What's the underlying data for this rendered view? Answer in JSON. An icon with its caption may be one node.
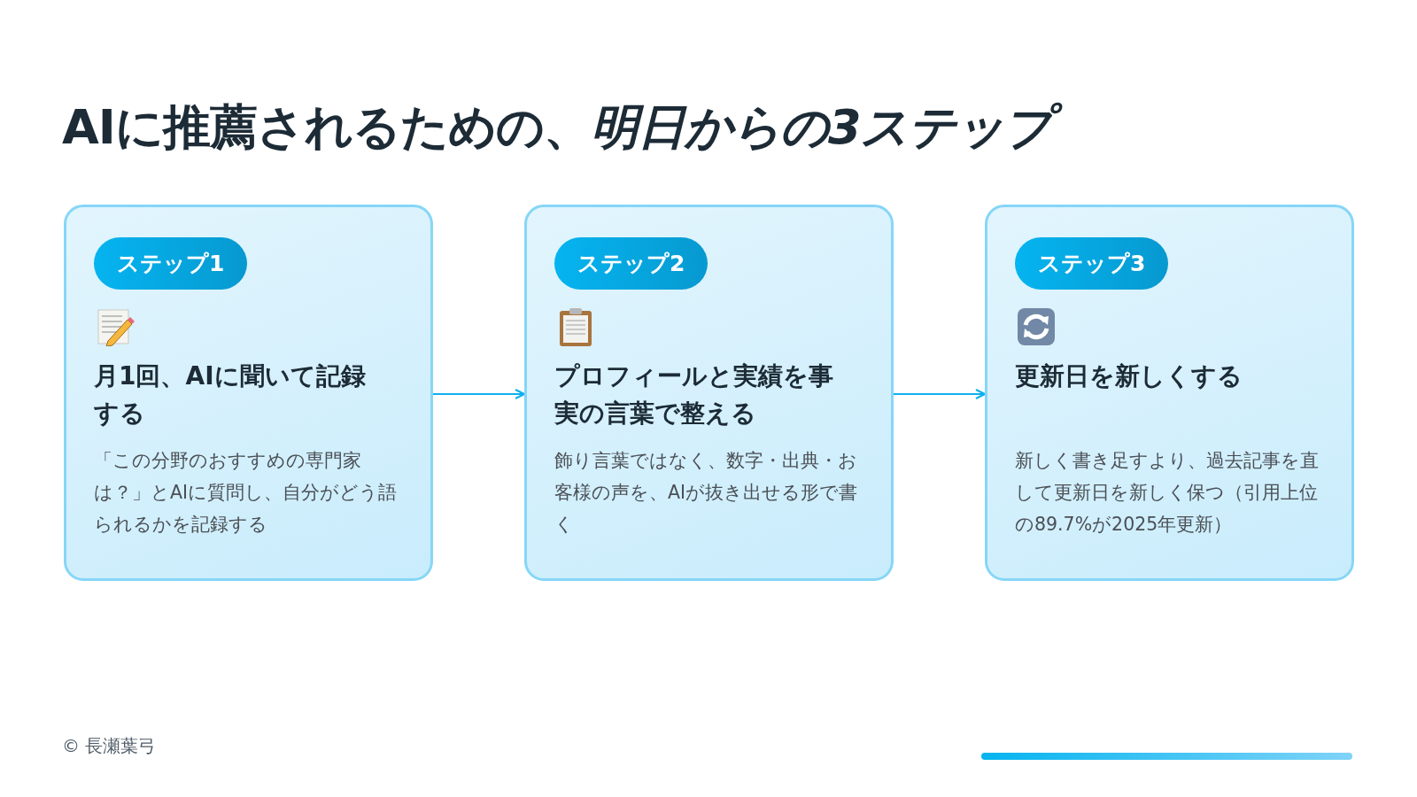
{
  "diagram": {
    "title": "AIに推薦されるための、*明日からの3ステップ*",
    "nodes": [
      {
        "text": [
          "ステップ1",
          "月1回、AIに聞いて記録する",
          "「この分野のおすすめの専門家は？」とAIに質問し、自分がどう語られるかを記録する"
        ]
      },
      {
        "text": [
          "ステップ2",
          "プロフィールと実績を事実の言葉で整える",
          "飾り言葉ではなく、数字・出典・お客様の声を、AIが抜き出せる形で書く"
        ]
      },
      {
        "text": [
          "ステップ3",
          "更新日を新しくする",
          "新しく書き足すより、過去記事を直して更新日を新しく保つ（引用上位の89.7%が2025年更新）"
        ]
      }
    ],
    "edges": [
      {
        "from": 0,
        "to": 1,
        "arrow": "to"
      },
      {
        "from": 1,
        "to": 2,
        "arrow": "to"
      }
    ],
    "labels": [
      "© 長瀬葉弓"
    ]
  }
}
